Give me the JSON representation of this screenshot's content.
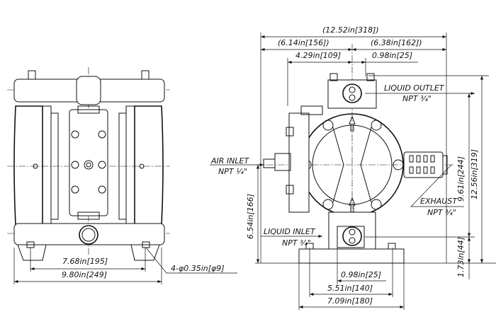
{
  "front_view": {
    "dim_bolt_spacing": "7.68in[195]",
    "dim_overall_width": "9.80in[249]",
    "dim_holes": "4-φ0.35in[φ9]"
  },
  "side_view": {
    "dim_overall_depth": "(12.52in[318])",
    "dim_left_depth": "(6.14in[156])",
    "dim_right_depth": "(6.38in[162])",
    "dim_air_offset": "4.29in[109]",
    "dim_outlet_offset": "0.98in[25]",
    "liquid_outlet": "LIQUID OUTLET",
    "liquid_outlet_npt": "NPT ¾\"",
    "air_inlet": "AIR INLET",
    "air_inlet_npt": "NPT ¼\"",
    "exhaust": "EXHAUST",
    "exhaust_npt": "NPT ¾\"",
    "liquid_inlet": "LIQUID INLET",
    "liquid_inlet_npt": "NPT ¾\"",
    "dim_outlet_height": "9.61in[244]",
    "dim_overall_height": "12.56in[319]",
    "dim_inlet_height": "1.73in[44]",
    "dim_air_height": "6.54in[166]",
    "dim_inlet_offset": "0.98in[25]",
    "dim_base_bolts": "5.51in[140]",
    "dim_base_width": "7.09in[180]"
  }
}
